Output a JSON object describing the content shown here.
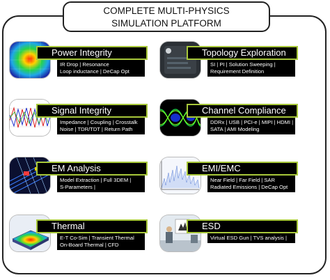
{
  "title": {
    "line1": "COMPLETE MULTI-PHYSICS",
    "line2": "SIMULATION PLATFORM"
  },
  "cards": [
    {
      "title": "Power Integrity",
      "lines": [
        "IR Drop | Resonance",
        "Loop inductance | DeCap Opt"
      ]
    },
    {
      "title": "Topology Exploration",
      "lines": [
        "SI | PI | Solution Sweeping |",
        "Requirement Definition"
      ]
    },
    {
      "title": "Signal Integrity",
      "lines": [
        "Impedance | Coupling | Crosstalk",
        "Noise | TDR/TDT | Return Path"
      ]
    },
    {
      "title": "Channel Compliance",
      "lines": [
        "DDRx | USB | PCI-e | MIPI | HDMI |",
        "SATA | AMI Modeling"
      ]
    },
    {
      "title": "EM Analysis",
      "lines": [
        "Model Extraction | Full 3DEM |",
        "S-Parameters |"
      ]
    },
    {
      "title": "EMI/EMC",
      "lines": [
        "Near Field | Far Field | SAR",
        "Radiated Emissions | DeCap Opt"
      ]
    },
    {
      "title": "Thermal",
      "lines": [
        "E-T Co-Sim | Transient Thermal",
        "On-Board Thermal | CFD"
      ]
    },
    {
      "title": "ESD",
      "lines": [
        "Virtual ESD Gun | TVS analysis |"
      ]
    }
  ]
}
